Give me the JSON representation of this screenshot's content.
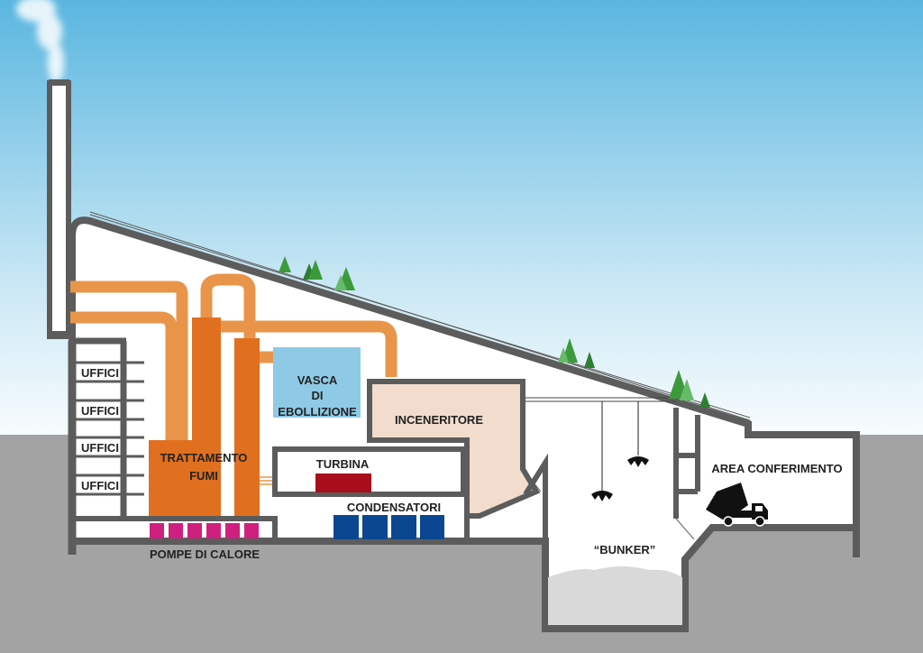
{
  "labels": {
    "offices": [
      "UFFICI",
      "UFFICI",
      "UFFICI",
      "UFFICI"
    ],
    "flue_gas_treatment": [
      "TRATTAMENTO",
      "FUMI"
    ],
    "boiling_tank": [
      "VASCA",
      "DI",
      "EBOLLIZIONE"
    ],
    "incinerator": "INCENERITORE",
    "turbine": "TURBINA",
    "condensers": "CONDENSATORI",
    "heat_pumps": "POMPE DI CALORE",
    "bunker": "“BUNKER”",
    "delivery_area": "AREA CONFERIMENTO"
  },
  "colors": {
    "sky_top": "#5ab6e0",
    "ground": "#a3a3a3",
    "walls": "#5c5c5c",
    "treatment": "#e07020",
    "pipes": "#e8954a",
    "tank": "#8ecae6",
    "incinerator": "#f2dccd",
    "turbine": "#a80d1c",
    "condensers": "#0a4790",
    "heat_pumps": "#d0207f",
    "trees": "#3c9a3c",
    "waste": "#d9d9d9"
  }
}
